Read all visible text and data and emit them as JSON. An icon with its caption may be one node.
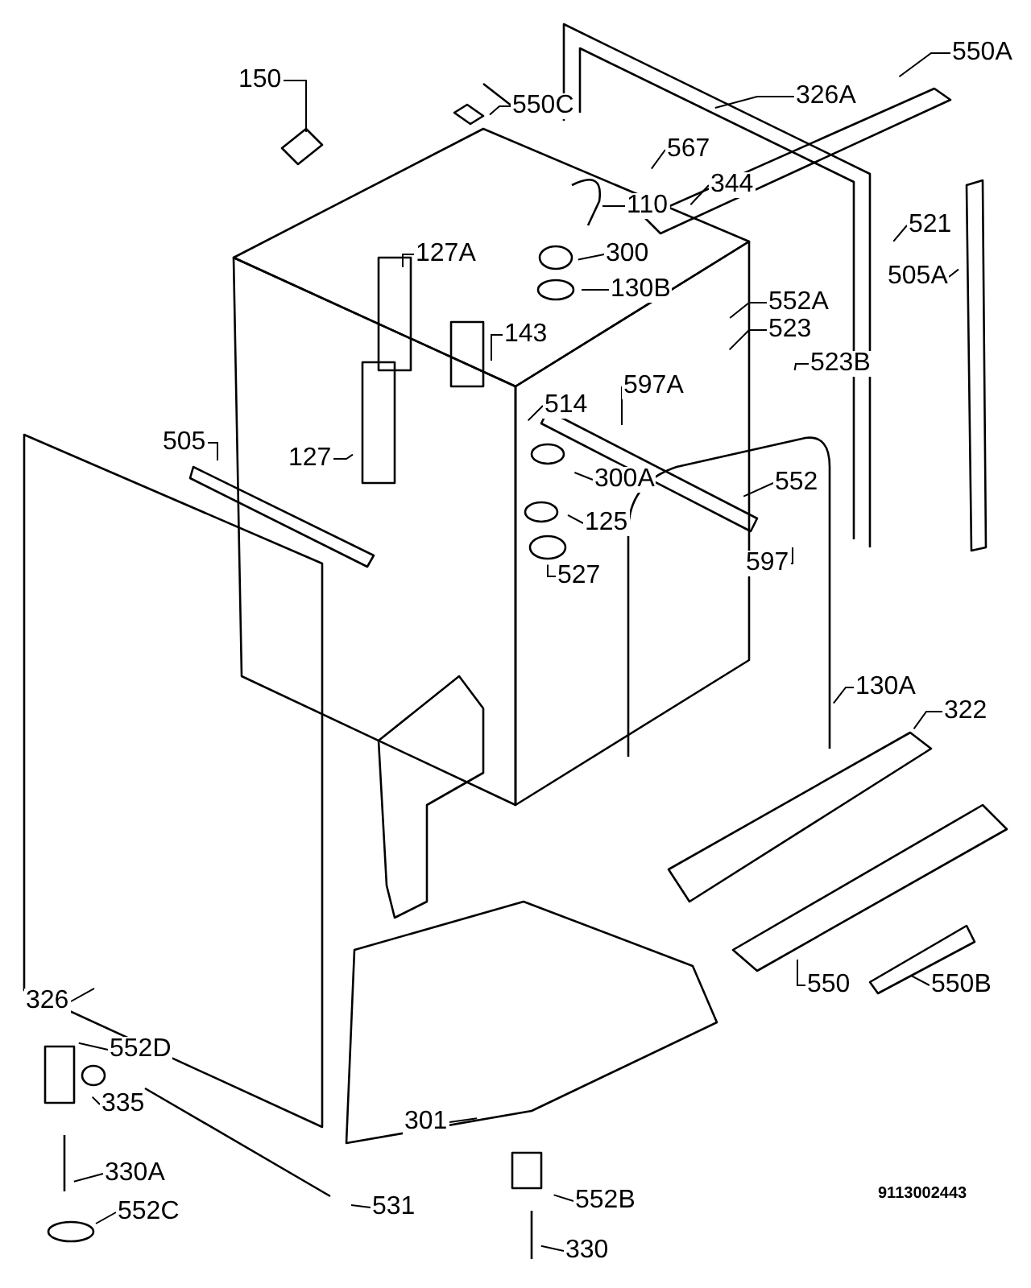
{
  "diagram": {
    "nodes": [
      {
        "text": [
          "150"
        ]
      },
      {
        "text": [
          "550C"
        ]
      },
      {
        "text": [
          "550A"
        ]
      },
      {
        "text": [
          "326A"
        ]
      },
      {
        "text": [
          "567"
        ]
      },
      {
        "text": [
          "344"
        ]
      },
      {
        "text": [
          "110"
        ]
      },
      {
        "text": [
          "521"
        ]
      },
      {
        "text": [
          "300"
        ]
      },
      {
        "text": [
          "127A"
        ]
      },
      {
        "text": [
          "505A"
        ]
      },
      {
        "text": [
          "130B"
        ]
      },
      {
        "text": [
          "552A"
        ]
      },
      {
        "text": [
          "143"
        ]
      },
      {
        "text": [
          "523"
        ]
      },
      {
        "text": [
          "523B"
        ]
      },
      {
        "text": [
          "597A"
        ]
      },
      {
        "text": [
          "514"
        ]
      },
      {
        "text": [
          "505"
        ]
      },
      {
        "text": [
          "127"
        ]
      },
      {
        "text": [
          "300A"
        ]
      },
      {
        "text": [
          "552"
        ]
      },
      {
        "text": [
          "125"
        ]
      },
      {
        "text": [
          "597"
        ]
      },
      {
        "text": [
          "527"
        ]
      },
      {
        "text": [
          "130A"
        ]
      },
      {
        "text": [
          "322"
        ]
      },
      {
        "text": [
          "550"
        ]
      },
      {
        "text": [
          "550B"
        ]
      },
      {
        "text": [
          "326"
        ]
      },
      {
        "text": [
          "552D"
        ]
      },
      {
        "text": [
          "335"
        ]
      },
      {
        "text": [
          "301"
        ]
      },
      {
        "text": [
          "330A"
        ]
      },
      {
        "text": [
          "552B"
        ]
      },
      {
        "text": [
          "531"
        ]
      },
      {
        "text": [
          "552C"
        ]
      },
      {
        "text": [
          "330"
        ]
      }
    ],
    "edges": [
      {
        "from": 0,
        "to": null,
        "arrow": "none"
      },
      {
        "from": 1,
        "to": null,
        "arrow": "none"
      },
      {
        "from": 2,
        "to": null,
        "arrow": "none"
      },
      {
        "from": 3,
        "to": null,
        "arrow": "none"
      },
      {
        "from": 4,
        "to": null,
        "arrow": "none"
      },
      {
        "from": 5,
        "to": null,
        "arrow": "none"
      },
      {
        "from": 6,
        "to": null,
        "arrow": "none"
      },
      {
        "from": 7,
        "to": null,
        "arrow": "none"
      },
      {
        "from": 8,
        "to": null,
        "arrow": "none"
      },
      {
        "from": 9,
        "to": null,
        "arrow": "none"
      },
      {
        "from": 10,
        "to": null,
        "arrow": "none"
      },
      {
        "from": 11,
        "to": null,
        "arrow": "none"
      },
      {
        "from": 12,
        "to": null,
        "arrow": "none"
      },
      {
        "from": 13,
        "to": null,
        "arrow": "none"
      },
      {
        "from": 14,
        "to": null,
        "arrow": "none"
      },
      {
        "from": 15,
        "to": null,
        "arrow": "none"
      },
      {
        "from": 16,
        "to": null,
        "arrow": "none"
      },
      {
        "from": 17,
        "to": null,
        "arrow": "none"
      },
      {
        "from": 18,
        "to": null,
        "arrow": "none"
      },
      {
        "from": 19,
        "to": null,
        "arrow": "none"
      },
      {
        "from": 20,
        "to": null,
        "arrow": "none"
      },
      {
        "from": 21,
        "to": null,
        "arrow": "none"
      },
      {
        "from": 22,
        "to": null,
        "arrow": "none"
      },
      {
        "from": 23,
        "to": null,
        "arrow": "none"
      },
      {
        "from": 24,
        "to": null,
        "arrow": "none"
      },
      {
        "from": 25,
        "to": null,
        "arrow": "none"
      },
      {
        "from": 26,
        "to": null,
        "arrow": "none"
      },
      {
        "from": 27,
        "to": null,
        "arrow": "none"
      },
      {
        "from": 28,
        "to": null,
        "arrow": "none"
      },
      {
        "from": 29,
        "to": null,
        "arrow": "none"
      },
      {
        "from": 30,
        "to": null,
        "arrow": "none"
      },
      {
        "from": 31,
        "to": null,
        "arrow": "none"
      },
      {
        "from": 32,
        "to": null,
        "arrow": "none"
      },
      {
        "from": 33,
        "to": null,
        "arrow": "none"
      },
      {
        "from": 34,
        "to": null,
        "arrow": "none"
      },
      {
        "from": 35,
        "to": null,
        "arrow": "none"
      },
      {
        "from": 36,
        "to": null,
        "arrow": "none"
      },
      {
        "from": 37,
        "to": null,
        "arrow": "none"
      }
    ],
    "labels": [
      "9113002443"
    ]
  }
}
